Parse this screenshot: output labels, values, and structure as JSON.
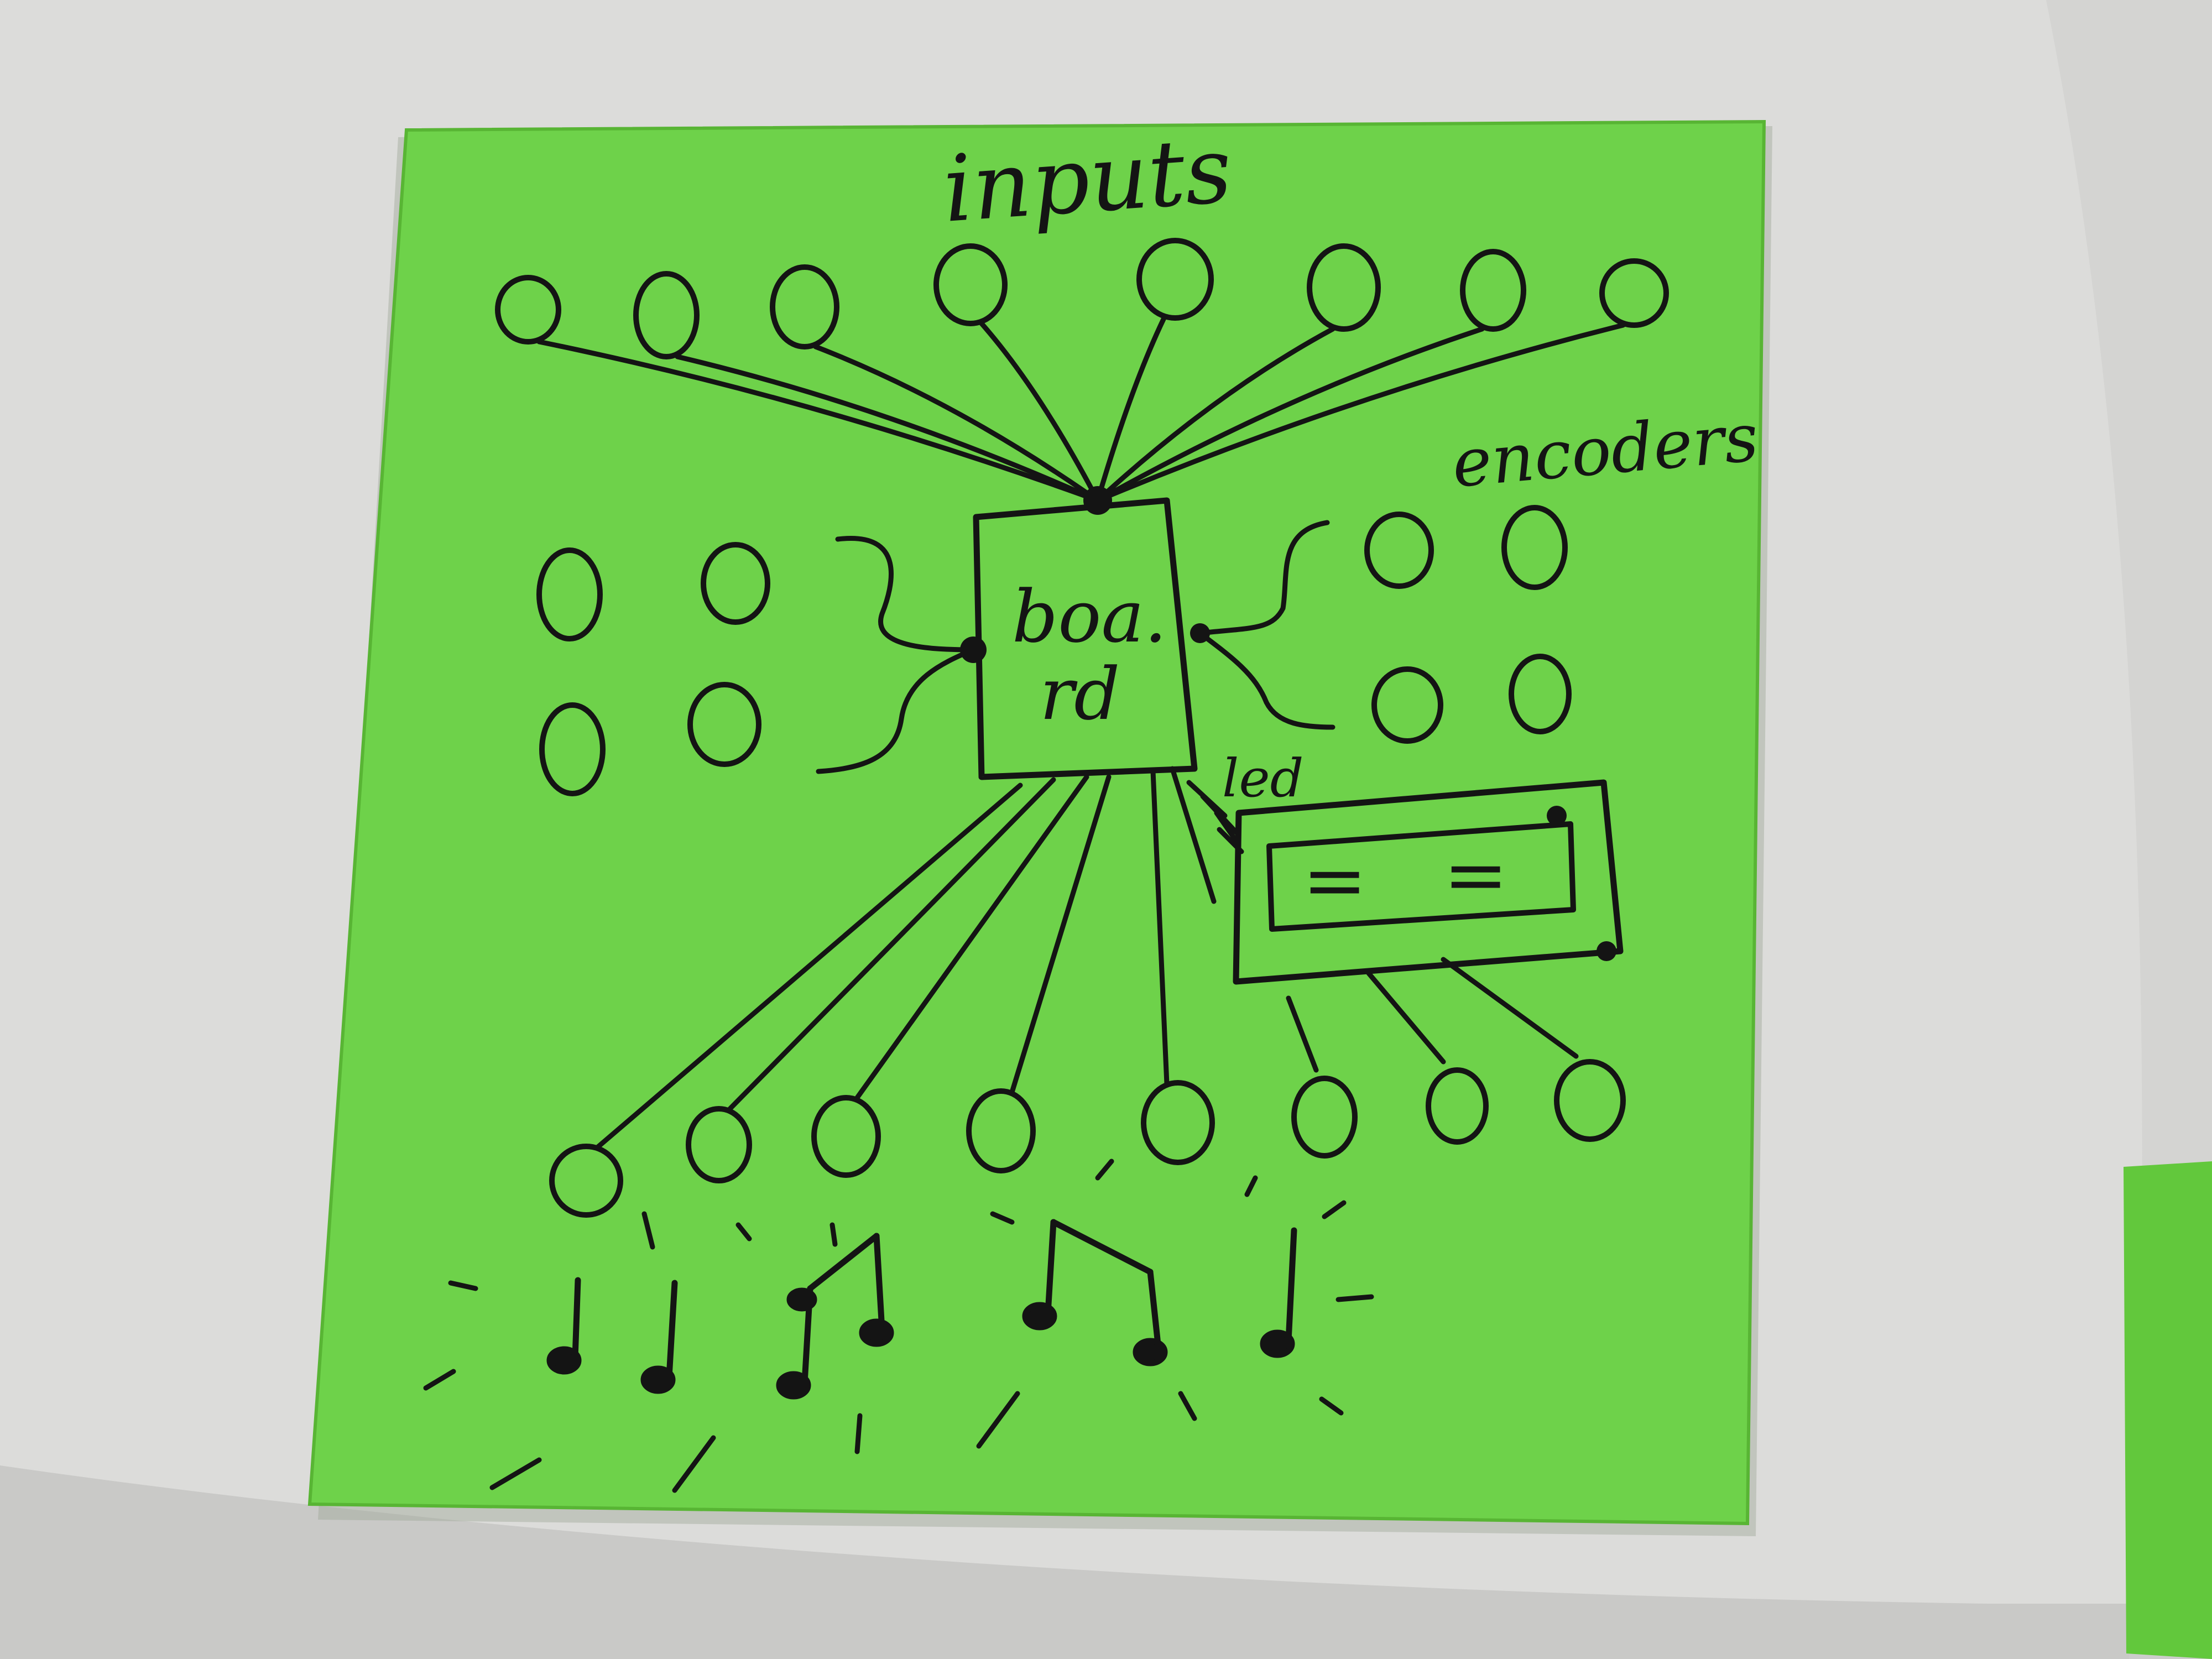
{
  "colors": {
    "note": "#6ed24a",
    "note_edge": "#58b534",
    "ink": "#141414",
    "desk": "#d9d9d7"
  },
  "labels": {
    "inputs": "inputs",
    "encoders": "encoders",
    "board_line1": "boa.",
    "board_line2": "rd",
    "led": "led"
  },
  "nodes": {
    "input_count": 8,
    "encoder_count": 8,
    "output_count": 8
  },
  "display": {
    "line_glyph": "="
  },
  "icons": [
    "music-note-icon",
    "beamed-notes-icon",
    "sound-wave-icon"
  ]
}
